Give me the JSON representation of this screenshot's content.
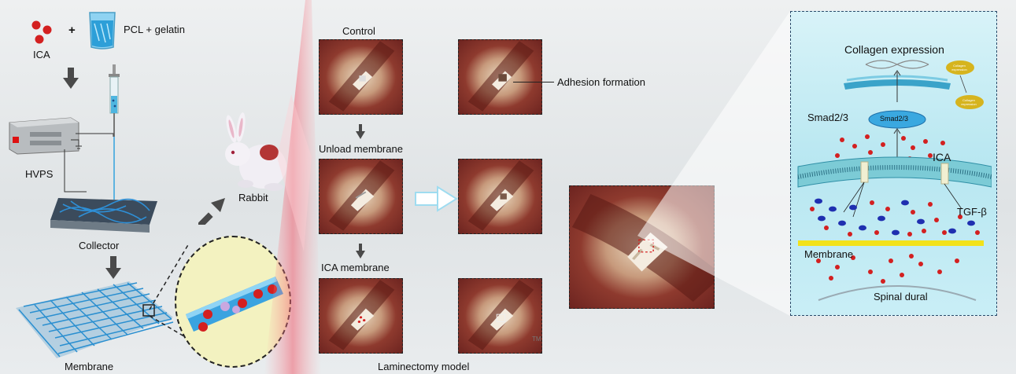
{
  "left_panel": {
    "ica_label": "ICA",
    "plus_sign": "+",
    "pcl_label": "PCL + gelatin",
    "hvps_label": "HVPS",
    "collector_label": "Collector",
    "membrane_label": "Membrane",
    "rabbit_label": "Rabbit"
  },
  "middle_panel": {
    "control_label": "Control",
    "adhesion_label": "Adhesion formation",
    "unload_label": "Unload membrane",
    "ica_membrane_label": "ICA membrane",
    "laminectomy_label": "Laminectomy model",
    "tm_mark": "TM"
  },
  "mechanism_panel": {
    "title": "Collagen expression",
    "collagen_oval_1": "Collagen expression",
    "collagen_oval_2": "Collagen expression",
    "smad_label": "Smad2/3",
    "smad_oval": "Smad2/3",
    "ica_label": "ICA",
    "tgf_label": "TGF-β",
    "membrane_label": "Membrane",
    "spinal_label": "Spinal dural"
  },
  "colors": {
    "ica_dot": "#d32020",
    "tgf_dot": "#1f2fb0",
    "mechanism_bg": "#bfe9f2",
    "membrane_bar": "#f2e21a",
    "fiber": "#2a8fd0"
  }
}
